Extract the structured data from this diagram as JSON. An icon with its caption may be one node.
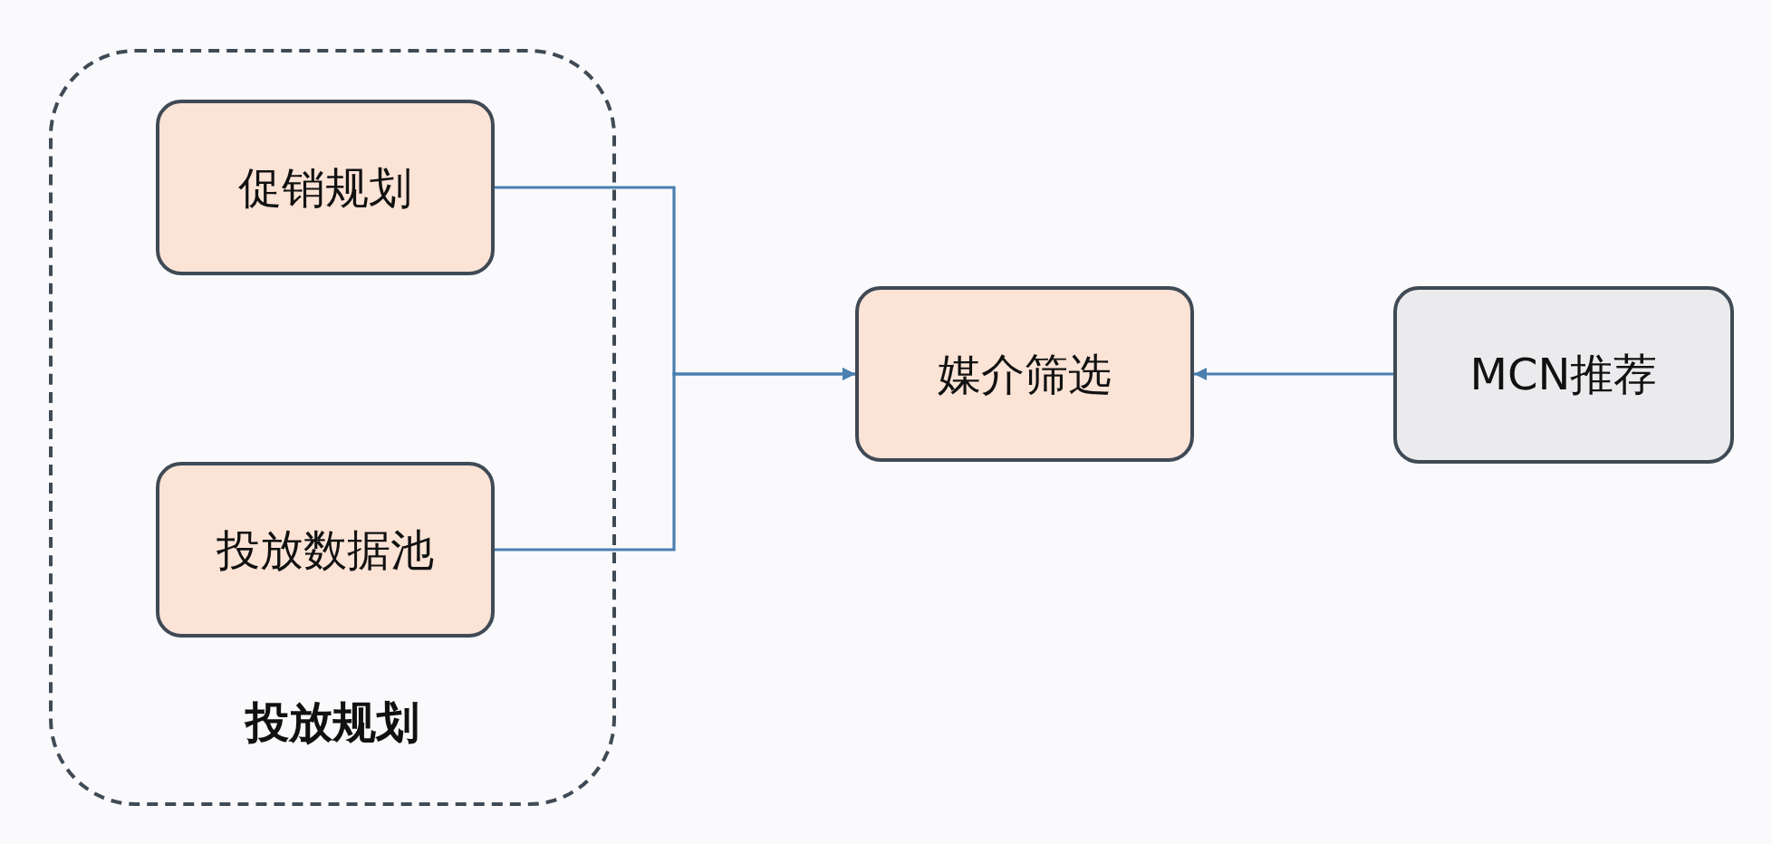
{
  "diagram": {
    "nodes": [
      {
        "text": [
          "投放规划"
        ]
      },
      {
        "text": [
          "促销规划"
        ],
        "in": 0
      },
      {
        "text": [
          "投放数据池"
        ],
        "in": 0
      },
      {
        "text": [
          "媒介筛选"
        ]
      },
      {
        "text": [
          "MCN推荐"
        ]
      }
    ],
    "edges": [
      {
        "from": 1,
        "to": 3,
        "arrow": "to"
      },
      {
        "from": 2,
        "to": 3,
        "arrow": "to"
      },
      {
        "from": 4,
        "to": 3,
        "arrow": "to"
      }
    ]
  }
}
